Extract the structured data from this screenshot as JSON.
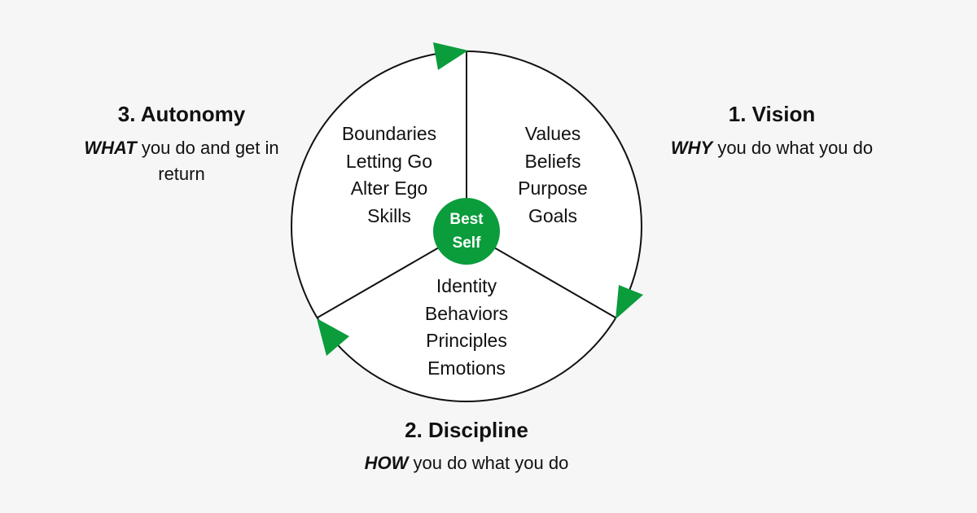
{
  "center": {
    "line1": "Best",
    "line2": "Self"
  },
  "segments": {
    "autonomy": [
      "Boundaries",
      "Letting Go",
      "Alter Ego",
      "Skills"
    ],
    "vision": [
      "Values",
      "Beliefs",
      "Purpose",
      "Goals"
    ],
    "discipline": [
      "Identity",
      "Behaviors",
      "Principles",
      "Emotions"
    ]
  },
  "labels": {
    "autonomy": {
      "title": "3. Autonomy",
      "emphasis": "WHAT",
      "rest": " you do and get in return"
    },
    "vision": {
      "title": "1. Vision",
      "emphasis": "WHY",
      "rest": " you do what you do"
    },
    "discipline": {
      "title": "2. Discipline",
      "emphasis": "HOW",
      "rest": " you do what you do"
    }
  },
  "colors": {
    "accent": "#0b9c3c",
    "outline": "#111111",
    "fill": "#ffffff",
    "background": "#f6f6f6"
  },
  "icons": [
    "cycle-arrow-icon"
  ]
}
